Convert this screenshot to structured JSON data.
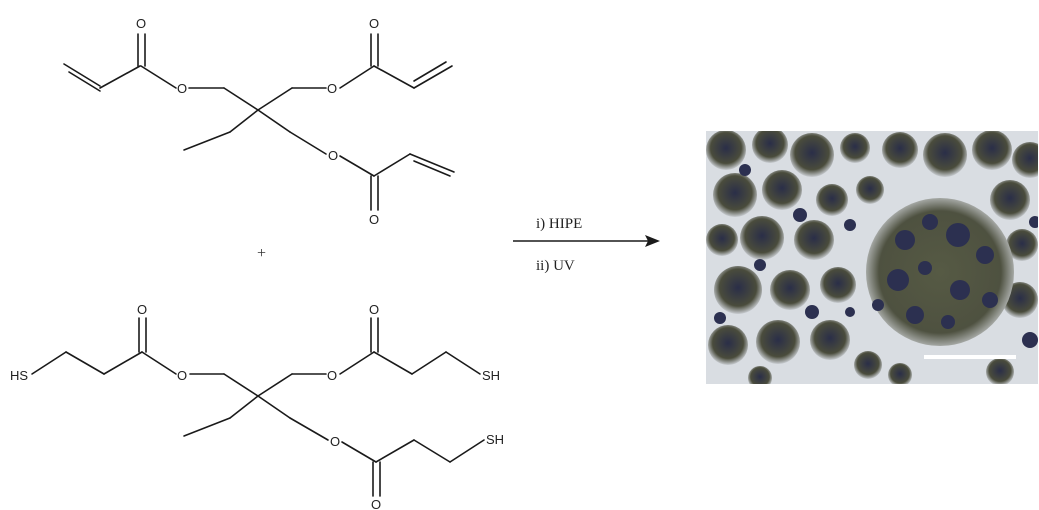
{
  "diagram": {
    "reactant_top": {
      "atoms": {
        "oxygen": "O"
      }
    },
    "plus_sign": "+",
    "reactant_bottom": {
      "atoms": {
        "oxygen": "O",
        "thiol_left": "HS",
        "thiol_right": "SH",
        "thiol_lower": "SH"
      }
    },
    "arrow": {
      "condition_1": "i) HIPE",
      "condition_2": "ii) UV"
    },
    "product_image": {
      "subject": "porous polymer foam micrograph",
      "scale_bar_color": "#ffffff",
      "matrix_color": "#d9dde2",
      "pore_color": "#33374a"
    }
  }
}
